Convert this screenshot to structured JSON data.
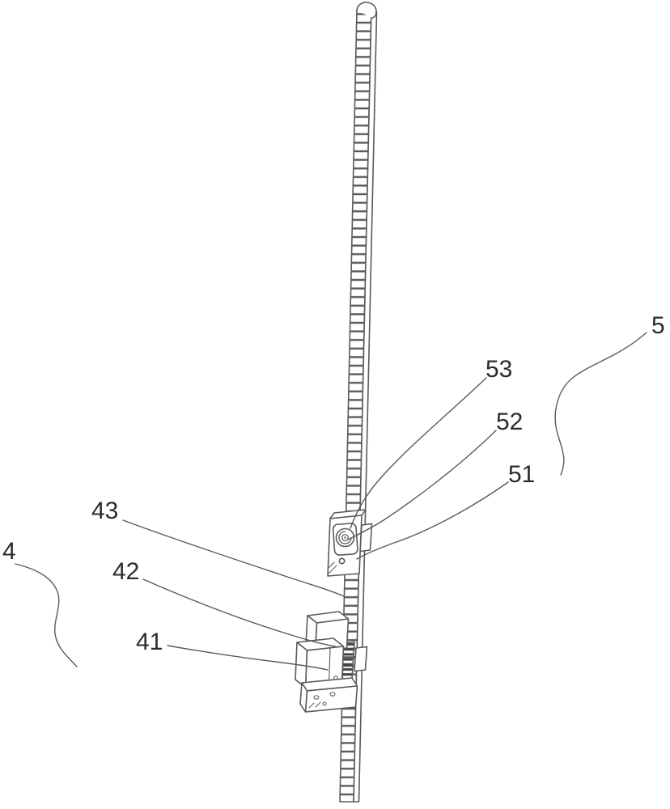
{
  "figure": {
    "background": "#ffffff",
    "line_color": "#5a5a5a",
    "dark_color": "#454545",
    "text_color": "#2b2b2b",
    "labels": {
      "l5": {
        "text": "5"
      },
      "l53": {
        "text": "53"
      },
      "l52": {
        "text": "52"
      },
      "l51": {
        "text": "51"
      },
      "l43": {
        "text": "43"
      },
      "l42": {
        "text": "42"
      },
      "l41": {
        "text": "41"
      },
      "l4": {
        "text": "4"
      }
    }
  }
}
